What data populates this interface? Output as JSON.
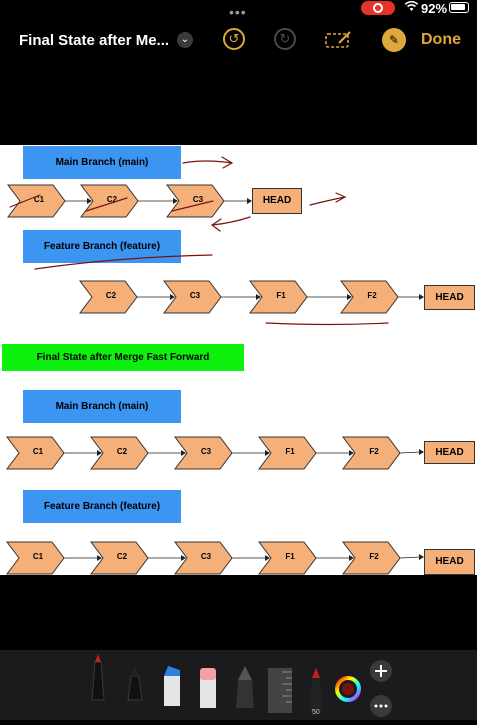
{
  "status": {
    "dots": "•••",
    "battery_pct": "92%",
    "battery_level": 0.92,
    "wifi": "wifi-icon"
  },
  "toolbar": {
    "title": "Final State after Me...",
    "undo_icon": "undo-icon",
    "redo_icon": "redo-icon",
    "markup_icon": "markup-icon",
    "pen_icon": "pen-circle-icon",
    "done_label": "Done",
    "accent": "#e0a73a"
  },
  "diagram": {
    "main_label_1": "Main Branch (main)",
    "feature_label_1": "Feature Branch (feature)",
    "row1": [
      "C1",
      "C2",
      "C3"
    ],
    "row1_head": "HEAD",
    "row2": [
      "C2",
      "C3",
      "F1",
      "F2"
    ],
    "row2_head": "HEAD",
    "final_label": "Final State after Merge Fast Forward",
    "main_label_2": "Main Branch (main)",
    "row3": [
      "C1",
      "C2",
      "C3",
      "F1",
      "F2"
    ],
    "row3_head": "HEAD",
    "feature_label_2": "Feature Branch (feature)",
    "row4": [
      "C1",
      "C2",
      "C3",
      "F1",
      "F2"
    ],
    "row4_head": "HEAD",
    "node_color": "#f5b07a",
    "label_color": "#3d95f2",
    "final_color": "#0ef10e",
    "ink_color": "#7a1212"
  },
  "tray": {
    "tools": [
      "pen-tool-icon",
      "fineliner-tool-icon",
      "marker-tool-icon",
      "eraser-tool-icon",
      "pencil-tool-icon",
      "ruler-tool-icon",
      "crayon-tool-icon",
      "color-picker-icon"
    ],
    "add_icon": "plus-icon",
    "more_icon": "more-icon",
    "crayon_size": "50"
  }
}
